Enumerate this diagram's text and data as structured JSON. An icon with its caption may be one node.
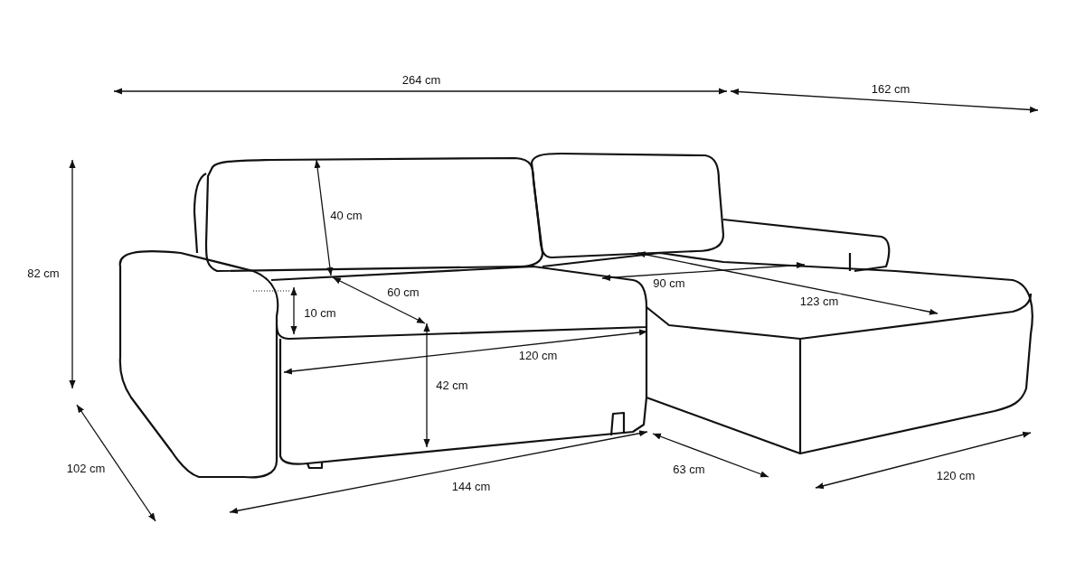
{
  "diagram": {
    "labels": [
      "264 cm",
      "162 cm",
      "40 cm",
      "82 cm",
      "60 cm",
      "90 cm",
      "10 cm",
      "123 cm",
      "120 cm",
      "42 cm",
      "102 cm",
      "63 cm",
      "144 cm",
      "120 cm"
    ]
  }
}
